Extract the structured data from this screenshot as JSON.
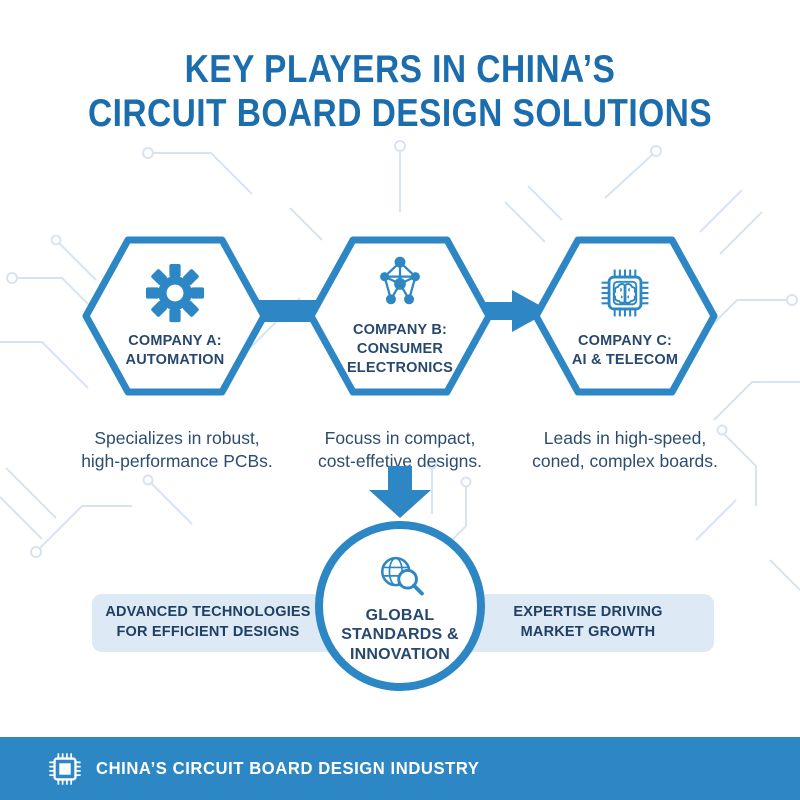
{
  "colors": {
    "accent_blue": "#2e87c5",
    "title_blue": "#1c6dad",
    "heading_navy": "#27486e",
    "body_navy": "#2c4d70",
    "band_bg": "#dde9f4",
    "circuit_trace": "#d5e3f0",
    "footer_bg": "#2e87c5",
    "surface": "#ffffff"
  },
  "title": "KEY PLAYERS IN CHINA’S\nCIRCUIT BOARD DESIGN SOLUTIONS",
  "hexagons": [
    {
      "icon": "gear-icon",
      "label": "COMPANY A:\nAUTOMATION",
      "description": "Specializes in robust,\nhigh-performance PCBs."
    },
    {
      "icon": "network-icon",
      "label": "COMPANY B:\nCONSUMER\nELECTRONICS",
      "description": "Focuss in compact,\ncost-effetive designs."
    },
    {
      "icon": "chip-brain-icon",
      "label": "COMPANY C:\nAI & TELECOM",
      "description": "Leads in high-speed,\nconed, complex boards."
    }
  ],
  "center_circle": {
    "icon": "globe-magnifier-icon",
    "label": "GLOBAL\nSTANDARDS &\nINNOVATION"
  },
  "band": {
    "left_label": "ADVANCED TECHNOLOGIES\nFOR EFFICIENT DESIGNS",
    "right_label": "EXPERTISE DRIVING\nMARKET GROWTH"
  },
  "footer": {
    "icon": "chip-icon",
    "label": "CHINA’S CIRCUIT BOARD DESIGN INDUSTRY"
  },
  "icons": {
    "gear-icon": "⚙",
    "network-icon": "🕸",
    "chip-brain-icon": "🧠",
    "globe-magnifier-icon": "🔎",
    "chip-icon": "▦",
    "arrow-right-icon": "➜",
    "arrow-down-icon": "⬇"
  }
}
